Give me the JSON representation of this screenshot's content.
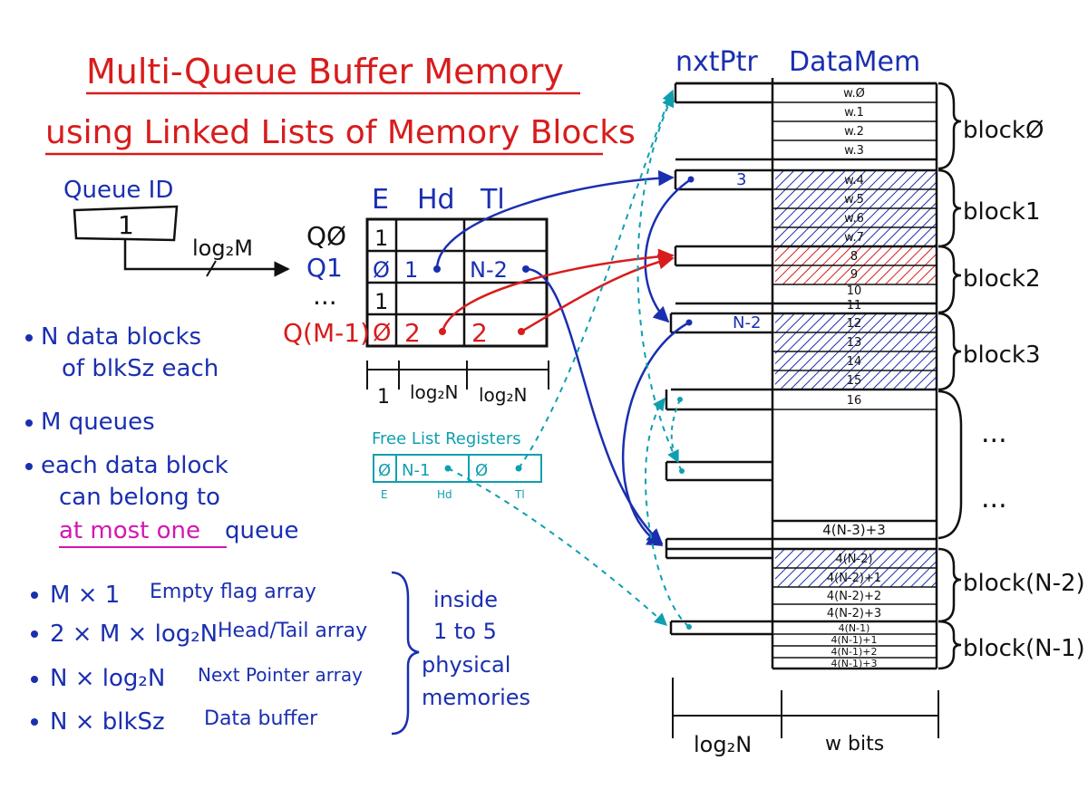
{
  "title": {
    "line1": "Multi-Queue Buffer Memory",
    "line2": "using Linked Lists of Memory Blocks"
  },
  "queue_id": {
    "label": "Queue ID",
    "value": "1",
    "width_label": "log₂M"
  },
  "table": {
    "col_headers": [
      "E",
      "Hd",
      "Tl"
    ],
    "rows": [
      {
        "label": "QØ",
        "e": "1",
        "hd": "",
        "tl": ""
      },
      {
        "label": "Q1",
        "e": "Ø",
        "hd": "1",
        "tl": "N-2"
      },
      {
        "label": "...",
        "e": "1",
        "hd": "",
        "tl": ""
      },
      {
        "label": "Q(M-1)",
        "e": "Ø",
        "hd": "2",
        "tl": "2"
      }
    ],
    "widths": [
      "1",
      "log₂N",
      "log₂N"
    ]
  },
  "free_list": {
    "title": "Free List Registers",
    "cells": [
      "Ø",
      "N-1",
      "Ø"
    ],
    "sub_labels": [
      "E",
      "Hd",
      "Tl"
    ]
  },
  "notes": [
    {
      "line1": "N data blocks",
      "line2": "of blkSz each"
    },
    {
      "line1": "M queues",
      "line2": ""
    },
    {
      "line1": "each data block",
      "line2": "can belong to",
      "highlight": "at most one",
      "tail": " queue"
    }
  ],
  "arrays": [
    {
      "size": "M × 1",
      "name": "Empty flag array"
    },
    {
      "size": "2 × M × log₂N",
      "name": "Head/Tail array"
    },
    {
      "size": "N × log₂N",
      "name": "Next Pointer array"
    },
    {
      "size": "N × blkSz",
      "name": "Data buffer"
    }
  ],
  "arrays_note": [
    "inside",
    "1 to 5",
    "physical",
    "memories"
  ],
  "memory": {
    "headers": [
      "nxtPtr",
      "DataMem"
    ],
    "nxt_values": {
      "block1": "3",
      "block3": "N-2"
    },
    "words": [
      "w.Ø",
      "w.1",
      "w.2",
      "w.3",
      "w.4",
      "w.5",
      "w.6",
      "w.7",
      "8",
      "9",
      "10",
      "11",
      "12",
      "13",
      "14",
      "15",
      "16"
    ],
    "tail_words": [
      "4(N-3)+3",
      "4(N-2)",
      "4(N-2)+1",
      "4(N-2)+2",
      "4(N-2)+3",
      "4(N-1)",
      "4(N-1)+1",
      "4(N-1)+2",
      "4(N-1)+3"
    ],
    "block_labels": [
      "blockØ",
      "block1",
      "block2",
      "block3",
      "block(N-2)",
      "block(N-1)"
    ],
    "ellipsis": [
      "...",
      "..."
    ],
    "widths": [
      "log₂N",
      "w bits"
    ]
  },
  "colors": {
    "red": "#d81c1c",
    "blue": "#1a2fb0",
    "cyan": "#0f9fb0",
    "pink": "#d416b0",
    "black": "#111111"
  }
}
